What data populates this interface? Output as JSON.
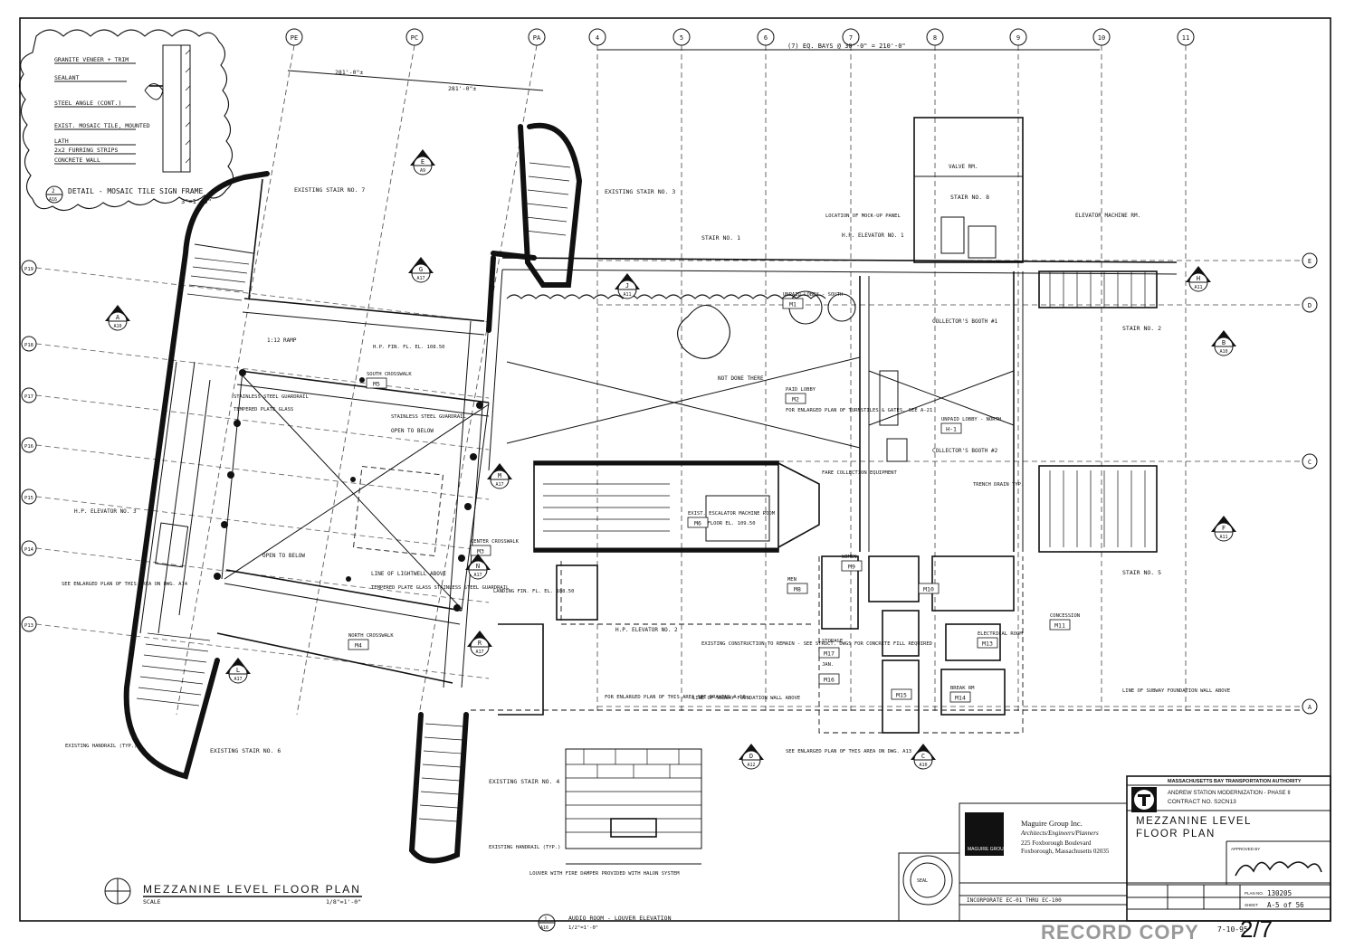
{
  "title_block": {
    "authority": "MASSACHUSETTS BAY TRANSPORTATION AUTHORITY",
    "project": "ANDREW STATION MODERNIZATION - PHASE II",
    "contract": "CONTRACT NO. S2CN13",
    "drawing_title_1": "MEZZANINE LEVEL",
    "drawing_title_2": "FLOOR PLAN",
    "firm_name": "Maguire Group Inc.",
    "firm_tagline": "Architects/Engineers/Planners",
    "firm_address_1": "225 Foxborough Boulevard",
    "firm_address_2": "Foxborough, Massachusetts 02035",
    "firm_logo_text": "MAGUIRE GROUP",
    "approved_label": "APPROVED BY",
    "revision_note": "INCORPORATE EC-01 THRU EC-100",
    "plan_no": "130205",
    "sheet_label": "SHEET",
    "sheet_no": "A-5 of 56",
    "record_copy": "RECORD COPY",
    "record_date": "7-10-95",
    "page_number": "2/7"
  },
  "plan_title": {
    "main": "MEZZANINE LEVEL FLOOR PLAN",
    "scale": "SCALE",
    "scale_value": "1/8\"=1'-0\""
  },
  "detail": {
    "title": "DETAIL - MOSAIC TILE SIGN FRAME",
    "scale": "3\"=1'-0\"",
    "ref_num": "2",
    "ref_sheet": "A16",
    "notes": [
      "GRANITE VENEER + TRIM",
      "SEALANT",
      "STEEL ANGLE (CONT.)",
      "EXIST. MOSAIC TILE, MOUNTED",
      "LATH",
      "2x2 FURRING STRIPS",
      "CONCRETE WALL"
    ]
  },
  "grid_columns": [
    "PE",
    "PC",
    "PA",
    "4",
    "5",
    "6",
    "7",
    "8",
    "9",
    "10",
    "11"
  ],
  "grid_rows_right": [
    "E",
    "D",
    "C",
    "A"
  ],
  "grid_rows_left": [
    "P19",
    "P18",
    "P17",
    "P16",
    "P15",
    "P14",
    "P13"
  ],
  "dimension_top": "(7) EQ. BAYS @ 30'-0\" = 210'-0\"",
  "rooms": [
    {
      "code": "M1",
      "name": "UNPAID LOBBY - SOUTH"
    },
    {
      "code": "M2",
      "name": "PAID LOBBY"
    },
    {
      "code": "M3",
      "name": "CENTER CROSSWALK"
    },
    {
      "code": "M4",
      "name": "NORTH CROSSWALK"
    },
    {
      "code": "M5",
      "name": "SOUTH CROSSWALK"
    },
    {
      "code": "M6",
      "name": "EXIST. ESCALATOR MACHINE ROOM"
    },
    {
      "code": "H-1",
      "name": "UNPAID LOBBY - NORTH"
    },
    {
      "code": "M8",
      "name": "MEN"
    },
    {
      "code": "M9",
      "name": "WOMEN"
    },
    {
      "code": "M10",
      "name": ""
    },
    {
      "code": "M11",
      "name": "CONCESSION"
    },
    {
      "code": "M13",
      "name": "ELECTRICAL ROOM"
    },
    {
      "code": "M14",
      "name": "BREAK RM"
    },
    {
      "code": "M15",
      "name": ""
    },
    {
      "code": "M16",
      "name": ""
    },
    {
      "code": "M17",
      "name": ""
    }
  ],
  "labels": {
    "stair7": "EXISTING STAIR NO. 7",
    "stair3": "EXISTING STAIR NO. 3",
    "stair1": "STAIR NO. 1",
    "stair2": "STAIR NO. 2",
    "stair5": "STAIR NO. 5",
    "stair6": "EXISTING STAIR NO. 6",
    "stair4": "EXISTING STAIR NO. 4",
    "stair8": "STAIR NO. 8",
    "valve": "VALVE RM.",
    "elev_machine": "ELEVATOR MACHINE RM.",
    "hp_elev1": "H.P. ELEVATOR NO. 1",
    "hp_elev2": "H.P. ELEVATOR NO. 2",
    "hp_elev3": "H.P. ELEVATOR NO. 3",
    "collectors1": "COLLECTOR'S BOOTH #1",
    "collectors2": "COLLECTOR'S BOOTH #2",
    "open_below1": "OPEN TO BELOW",
    "open_below2": "OPEN TO BELOW",
    "stainless1": "STAINLESS STEEL GUARDRAIL",
    "tempered": "TEMPERED PLATE GLASS",
    "stainless2": "STAINLESS STEEL GUARDRAIL",
    "lightwell": "LINE OF LIGHTWELL ABOVE",
    "tempered2": "TEMPERED PLATE GLASS STAINLESS STEEL GUARDRAIL",
    "ramp": "1:12 RAMP",
    "enlarged1": "SEE ENLARGED PLAN OF THIS AREA ON DWG. A14",
    "enlarged2": "FOR ENLARGED PLAN OF THIS AREA SEE DRAWING A-18",
    "enlarged3": "SEE ENLARGED PLAN OF THIS AREA ON DWG. A13",
    "enlarged4": "FOR ENLARGED PLAN OF TURNSTILES & GATES, SEE A-21",
    "subway1": "LINE OF SUBWAY FOUNDATION WALL ABOVE",
    "subway2": "LINE OF SUBWAY FOUNDATION WALL ABOVE",
    "existing_const": "EXISTING CONSTRUCTION TO REMAIN - SEE STRUCT. DWGS FOR CONCRETE FILL REQUIRED",
    "fin_floor": "FIN. FLOOR EL. 109.50",
    "hp_fin": "H.P. FIN. FL. EL. 108.50",
    "trench": "TRENCH DRAIN TYP.",
    "fare_collect": "FARE COLLECTION EQUIPMENT",
    "audio_room": "AUDIO ROOM - LOUVER ELEVATION",
    "audio_scale": "1/2\"=1'-0\"",
    "louver": "LOUVER WITH FIRE DAMPER PROVIDED WITH HALON SYSTEM",
    "handrail1": "EXISTING HANDRAIL (TYP.)",
    "handrail2": "EXISTING HANDRAIL (TYP.)",
    "location_mockup": "LOCATION OF MOCK-UP PANEL",
    "fare_gate": "NOT DONE THERE",
    "landing": "LANDING FIN. FL. EL. 108.50",
    "storage": "STORAGE",
    "janitor": "JAN."
  },
  "tags": [
    {
      "letter": "A",
      "sheet": "A10"
    },
    {
      "letter": "B",
      "sheet": "A10"
    },
    {
      "letter": "C",
      "sheet": "A10"
    },
    {
      "letter": "D",
      "sheet": "A12"
    },
    {
      "letter": "E",
      "sheet": "A9"
    },
    {
      "letter": "F",
      "sheet": "A11"
    },
    {
      "letter": "G",
      "sheet": "A17"
    },
    {
      "letter": "H",
      "sheet": "A11"
    },
    {
      "letter": "M",
      "sheet": "A17"
    },
    {
      "letter": "N",
      "sheet": "A17"
    },
    {
      "letter": "R",
      "sheet": "A17"
    },
    {
      "letter": "L",
      "sheet": "A17"
    },
    {
      "letter": "J",
      "sheet": "A11"
    }
  ]
}
